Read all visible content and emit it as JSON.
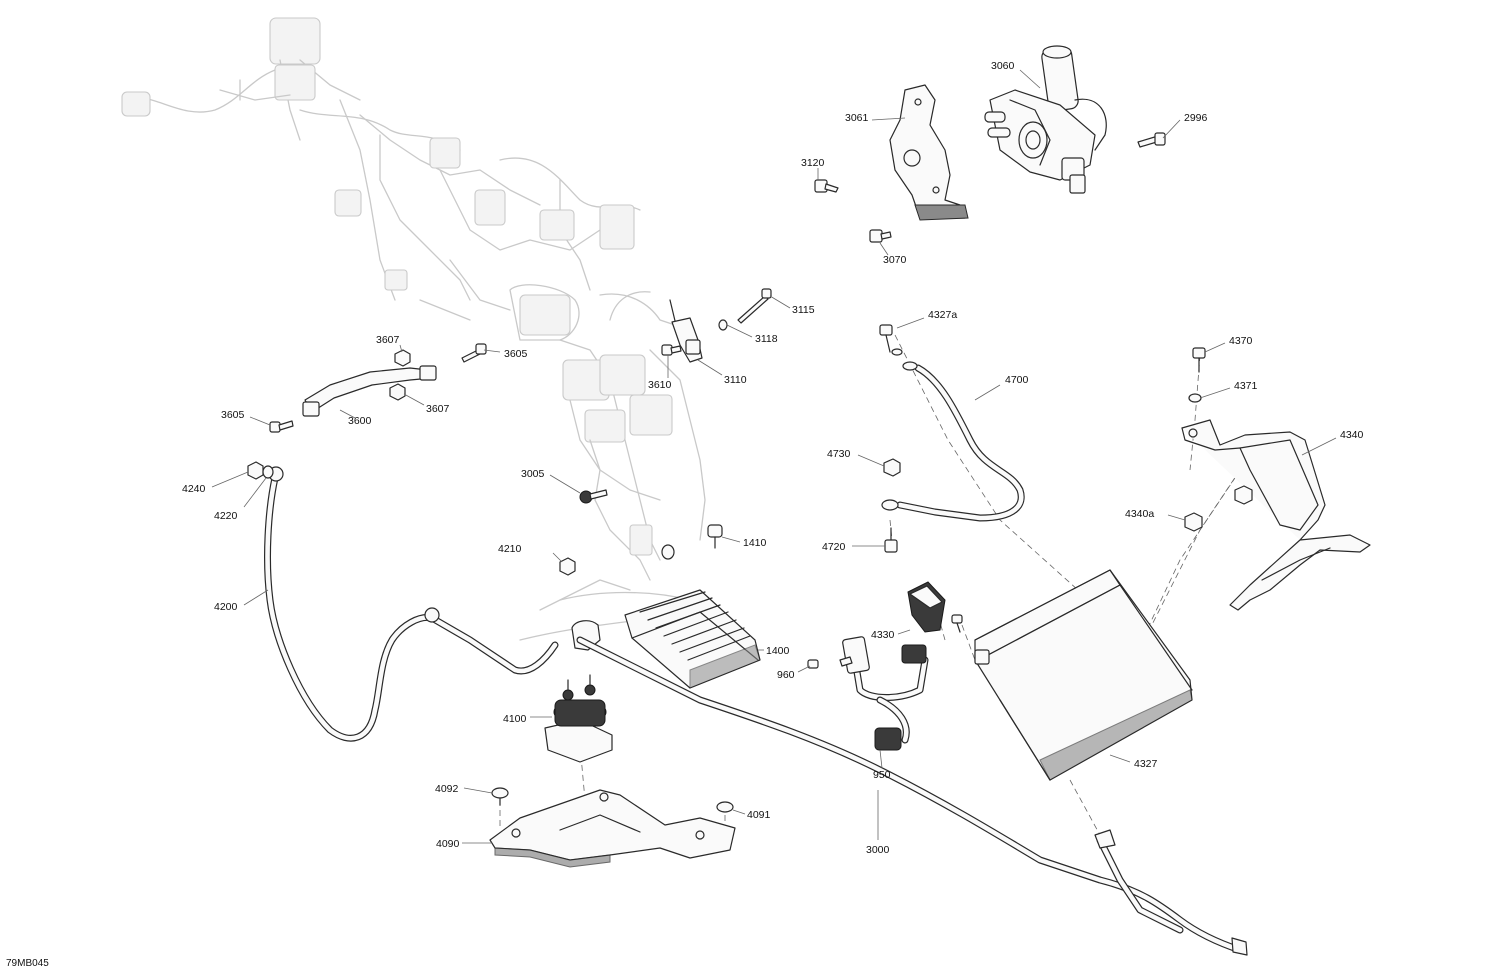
{
  "diagram_code": "79MB045",
  "callouts": [
    {
      "id": "c2996",
      "text": "2996"
    },
    {
      "id": "c3060",
      "text": "3060"
    },
    {
      "id": "c3061",
      "text": "3061"
    },
    {
      "id": "c3120",
      "text": "3120"
    },
    {
      "id": "c3070",
      "text": "3070"
    },
    {
      "id": "c3115",
      "text": "3115"
    },
    {
      "id": "c3118",
      "text": "3118"
    },
    {
      "id": "c3110",
      "text": "3110"
    },
    {
      "id": "c3610",
      "text": "3610"
    },
    {
      "id": "c3607a",
      "text": "3607"
    },
    {
      "id": "c3605a",
      "text": "3605"
    },
    {
      "id": "c3607b",
      "text": "3607"
    },
    {
      "id": "c3605b",
      "text": "3605"
    },
    {
      "id": "c3600",
      "text": "3600"
    },
    {
      "id": "c4327a",
      "text": "4327a"
    },
    {
      "id": "c4700",
      "text": "4700"
    },
    {
      "id": "c4370",
      "text": "4370"
    },
    {
      "id": "c4371",
      "text": "4371"
    },
    {
      "id": "c4340",
      "text": "4340"
    },
    {
      "id": "c4340a",
      "text": "4340a"
    },
    {
      "id": "c4730",
      "text": "4730"
    },
    {
      "id": "c4720",
      "text": "4720"
    },
    {
      "id": "c4240",
      "text": "4240"
    },
    {
      "id": "c4220",
      "text": "4220"
    },
    {
      "id": "c3005",
      "text": "3005"
    },
    {
      "id": "c1410",
      "text": "1410"
    },
    {
      "id": "c4210",
      "text": "4210"
    },
    {
      "id": "c4200",
      "text": "4200"
    },
    {
      "id": "c1400",
      "text": "1400"
    },
    {
      "id": "c4330",
      "text": "4330"
    },
    {
      "id": "c960",
      "text": "960"
    },
    {
      "id": "c4100",
      "text": "4100"
    },
    {
      "id": "c950",
      "text": "950"
    },
    {
      "id": "c4327",
      "text": "4327"
    },
    {
      "id": "c4092",
      "text": "4092"
    },
    {
      "id": "c4091",
      "text": "4091"
    },
    {
      "id": "c4090",
      "text": "4090"
    },
    {
      "id": "c3000",
      "text": "3000"
    }
  ]
}
